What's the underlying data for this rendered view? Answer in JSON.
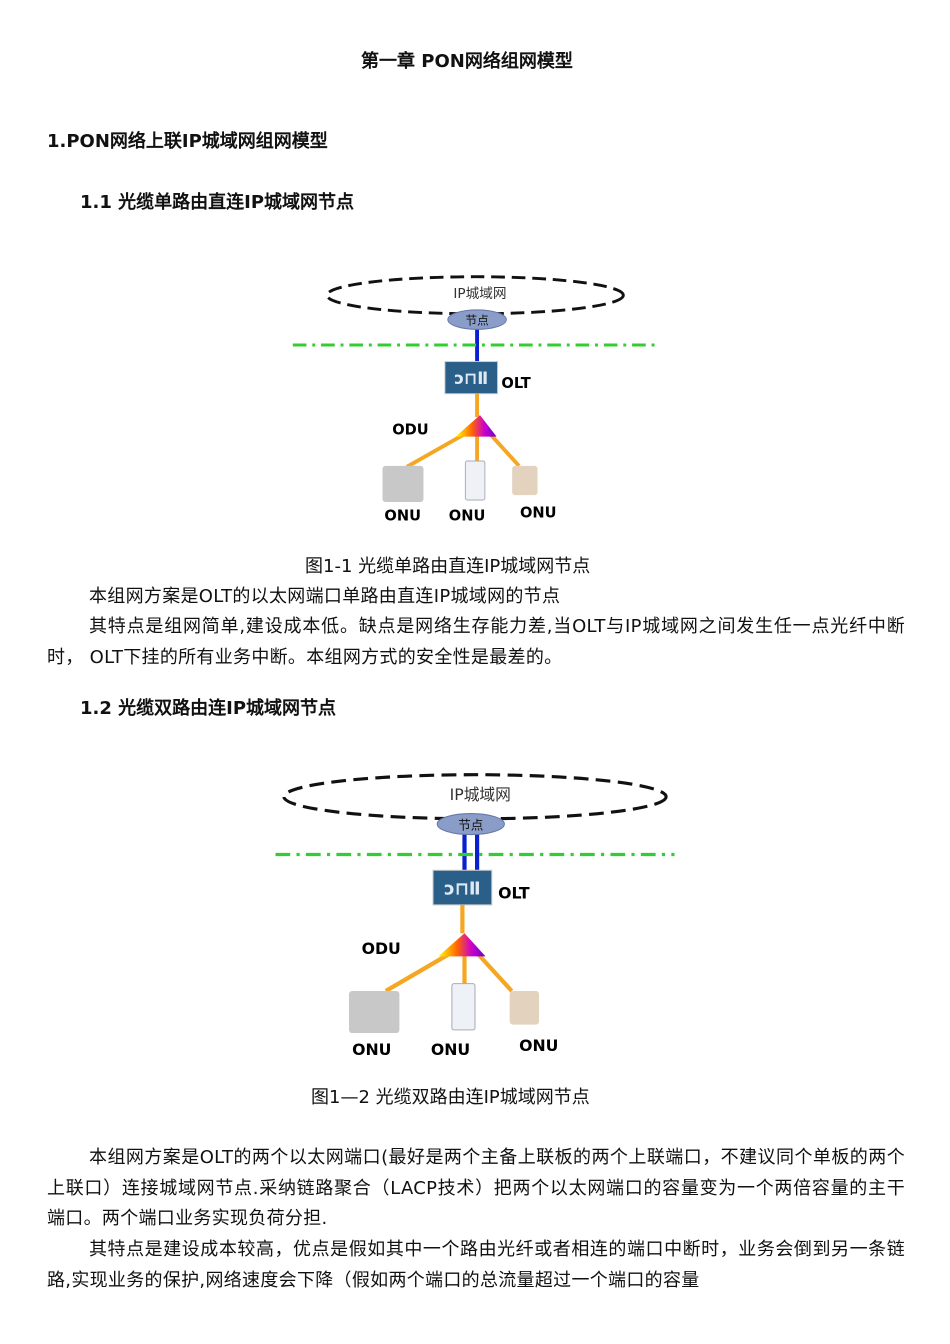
{
  "chapter_title": "第一章 PON网络组网模型",
  "section1": {
    "heading": "1.PON网络上联IP城域网组网模型",
    "sub1": {
      "heading": "1.1  光缆单路由直连IP城域网节点",
      "diagram": {
        "cloud": "IP城域网",
        "node": "节点",
        "olt": "OLT",
        "odu": "ODU",
        "onu": [
          "ONU",
          "ONU",
          "ONU"
        ]
      },
      "caption": "图1-1 光缆单路由直连IP城域网节点",
      "paragraphs": [
        "本组网方案是OLT的以太网端口单路由直连IP城域网的节点",
        "其特点是组网简单,建设成本低。缺点是网络生存能力差,当OLT与IP城域网之间发生任一点光纤中断时， OLT下挂的所有业务中断。本组网方式的安全性是最差的。"
      ]
    },
    "sub2": {
      "heading": "1.2  光缆双路由连IP城域网节点",
      "diagram": {
        "cloud": "IP城域网",
        "node": "节点",
        "olt": "OLT",
        "odu": "ODU",
        "onu": [
          "ONU",
          "ONU",
          "ONU"
        ]
      },
      "caption": "图1—2 光缆双路由连IP城域网节点",
      "paragraphs": [
        "本组网方案是OLT的两个以太网端口(最好是两个主备上联板的两个上联端口，不建议同个单板的两个上联口）连接城域网节点.采纳链路聚合（LACP技术）把两个以太网端口的容量变为一个两倍容量的主干端口。两个端口业务实现负荷分担.",
        "其特点是建设成本较高，优点是假如其中一个路由光纤或者相连的端口中断时，业务会倒到另一条链路,实现业务的保护,网络速度会下降（假如两个端口的总流量超过一个端口的容量"
      ]
    }
  },
  "colors": {
    "green_line": "#33cc33",
    "fiber_blue": "#0a1fd0",
    "fiber_orange": "#f5a623",
    "olt_blue": "#2a5f8a"
  }
}
